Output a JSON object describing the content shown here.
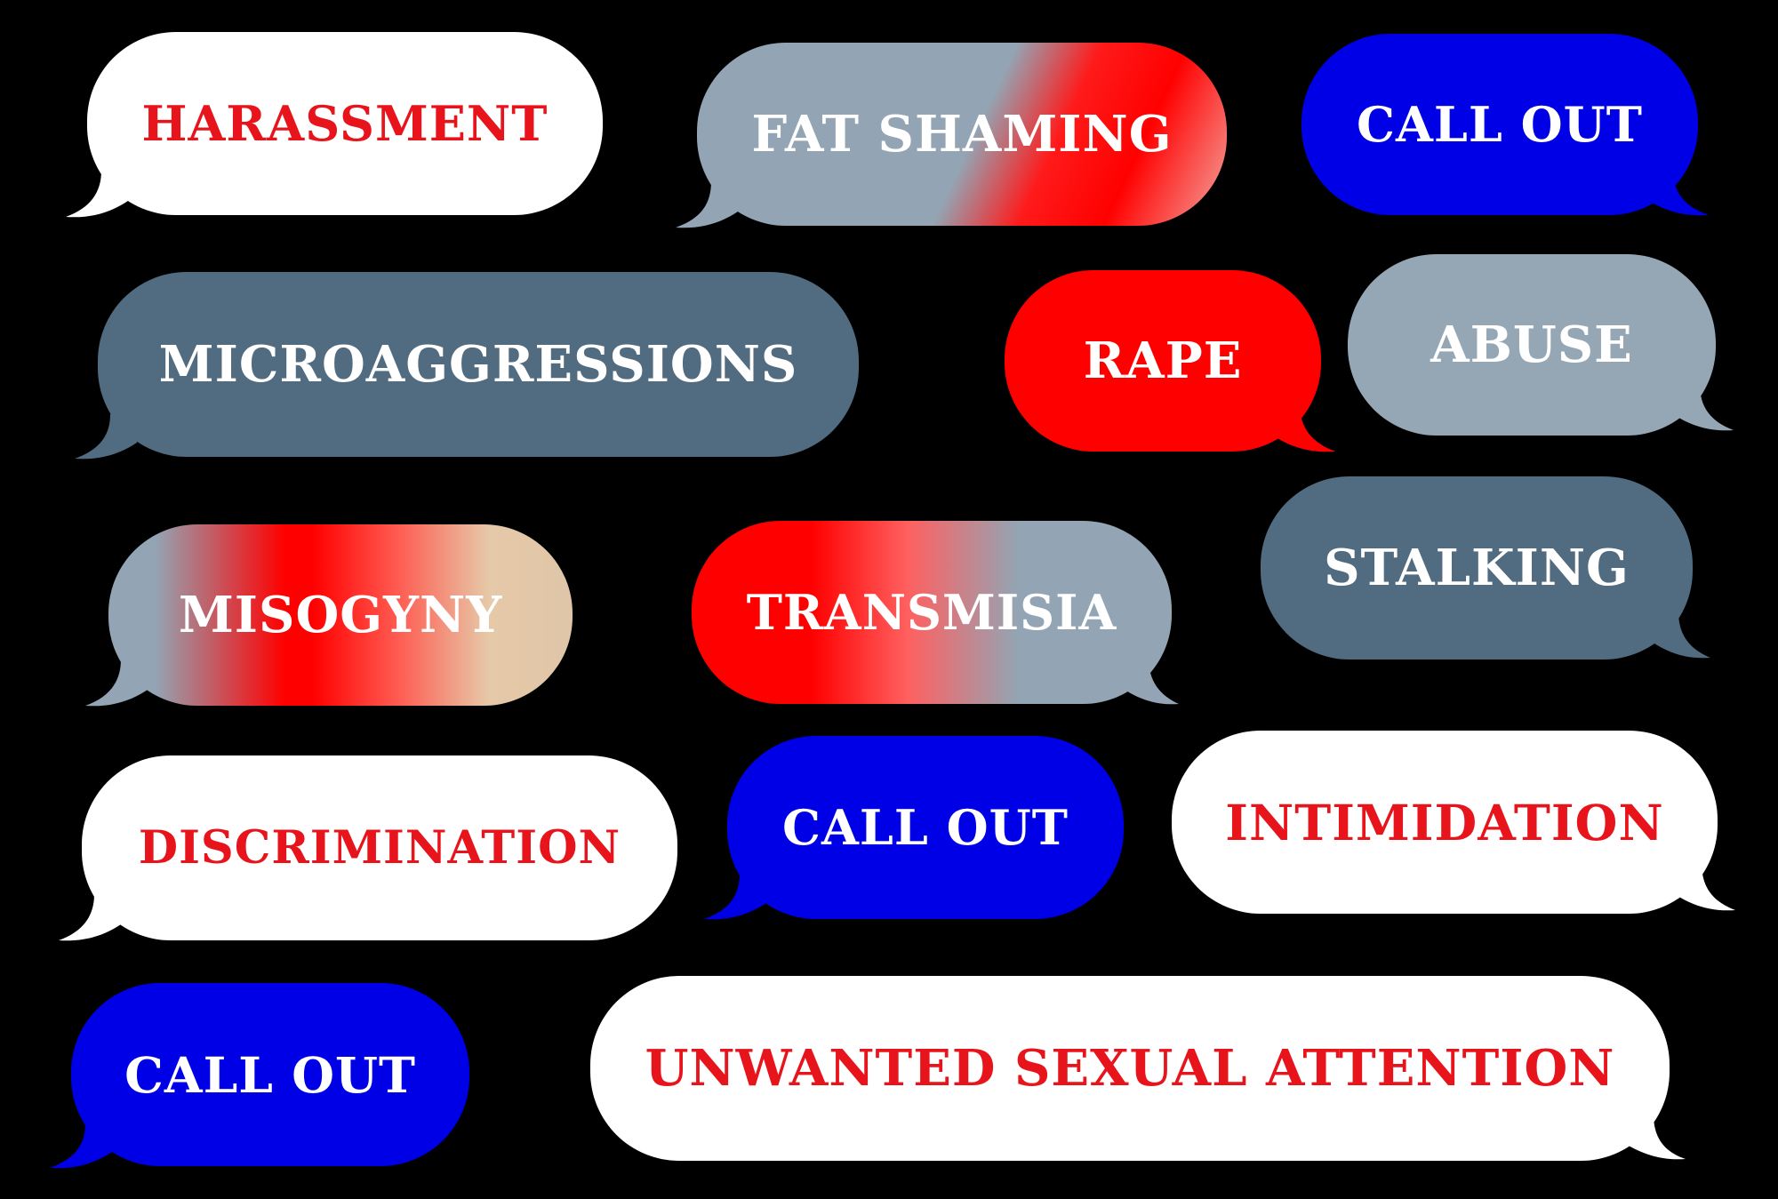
{
  "colors": {
    "background": "#000000",
    "white": "#ffffff",
    "red_text": "#e8141c",
    "blue": "#0000e6",
    "slate": "#516b80",
    "grey": "#95a7b5",
    "red": "#ff0000",
    "beige": "#dfc6a8"
  },
  "bubbles": [
    {
      "label": "HARASSMENT",
      "fill": "white",
      "text_color": "red",
      "tail": "left"
    },
    {
      "label": "FAT SHAMING",
      "fill": "grey-to-red-gradient",
      "text_color": "white",
      "tail": "left"
    },
    {
      "label": "CALL OUT",
      "fill": "blue",
      "text_color": "white",
      "tail": "right"
    },
    {
      "label": "MICROAGGRESSIONS",
      "fill": "slate",
      "text_color": "white",
      "tail": "left"
    },
    {
      "label": "RAPE",
      "fill": "red",
      "text_color": "white",
      "tail": "right"
    },
    {
      "label": "ABUSE",
      "fill": "grey",
      "text_color": "white",
      "tail": "right"
    },
    {
      "label": "MISOGYNY",
      "fill": "grey-red-beige-gradient",
      "text_color": "white",
      "tail": "left"
    },
    {
      "label": "TRANSMISIA",
      "fill": "red-to-grey-gradient",
      "text_color": "white",
      "tail": "right"
    },
    {
      "label": "STALKING",
      "fill": "slate",
      "text_color": "white",
      "tail": "right"
    },
    {
      "label": "DISCRIMINATION",
      "fill": "white",
      "text_color": "red",
      "tail": "left"
    },
    {
      "label": "CALL OUT",
      "fill": "blue",
      "text_color": "white",
      "tail": "left"
    },
    {
      "label": "INTIMIDATION",
      "fill": "white",
      "text_color": "red",
      "tail": "right"
    },
    {
      "label": "CALL OUT",
      "fill": "blue",
      "text_color": "white",
      "tail": "left"
    },
    {
      "label": "UNWANTED SEXUAL ATTENTION",
      "fill": "white",
      "text_color": "red",
      "tail": "right"
    }
  ]
}
